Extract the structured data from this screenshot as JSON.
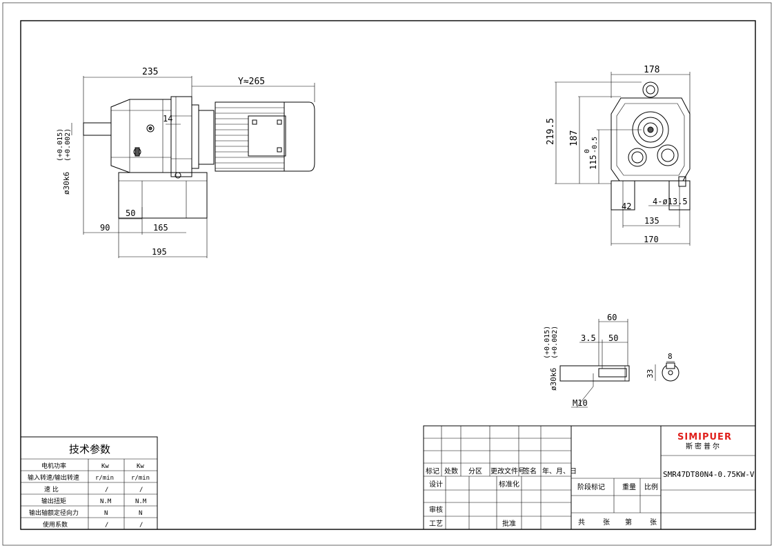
{
  "dimensions": {
    "side_view": {
      "overall_length": "235",
      "motor_length": "Y≈265",
      "flange_offset": "14",
      "shaft_diameter": "ø30k6",
      "shaft_tol_upper": "(+0.015)",
      "shaft_tol_lower": "(+0.002)",
      "foot_offset": "50",
      "shaft_length": "90",
      "foot_spacing": "165",
      "base_length": "195"
    },
    "end_view": {
      "width_top": "178",
      "overall_height": "219.5",
      "shaft_height": "187",
      "center_height": "115",
      "center_tol_upper": "0",
      "center_tol_lower": "-0.5",
      "foot_thickness": "42",
      "foot_holes": "4-ø13.5",
      "hole_spacing": "135",
      "base_width": "170"
    },
    "shaft_detail": {
      "shaft_diameter": "ø30k6",
      "tol_upper": "(+0.015)",
      "tol_lower": "(+0.002)",
      "shaft_length": "60",
      "shoulder": "3.5",
      "key_length": "50",
      "thread": "M10",
      "key_width": "8",
      "key_height": "33"
    }
  },
  "tech_params": {
    "title": "技术参数",
    "rows": [
      {
        "label": "电机功率",
        "v1": "Kw",
        "v2": "Kw"
      },
      {
        "label": "输入转速/输出转速",
        "v1": "r/min",
        "v2": "r/min"
      },
      {
        "label": "速  比",
        "v1": "/",
        "v2": "/"
      },
      {
        "label": "输出扭矩",
        "v1": "N.M",
        "v2": "N.M"
      },
      {
        "label": "输出轴额定径向力",
        "v1": "N",
        "v2": "N"
      },
      {
        "label": "使用系数",
        "v1": "/",
        "v2": "/"
      }
    ]
  },
  "title_block": {
    "rev_headers": [
      "标记",
      "处数",
      "分区",
      "更改文件号",
      "签名",
      "年、月、日"
    ],
    "design": "设计",
    "standardize": "标准化",
    "review": "审核",
    "process": "工艺",
    "approve": "批准",
    "stage_mark": "阶段标记",
    "weight": "重量",
    "scale": "比例",
    "sheets_total": "共",
    "sheets_unit": "张",
    "sheet_no": "第",
    "sheet_unit2": "张",
    "brand_en": "SIMIPUER",
    "brand_cn": "斯密普尔",
    "model": "SMR47DT80N4-0.75KW-V",
    "brand_color": "#e0201c"
  }
}
